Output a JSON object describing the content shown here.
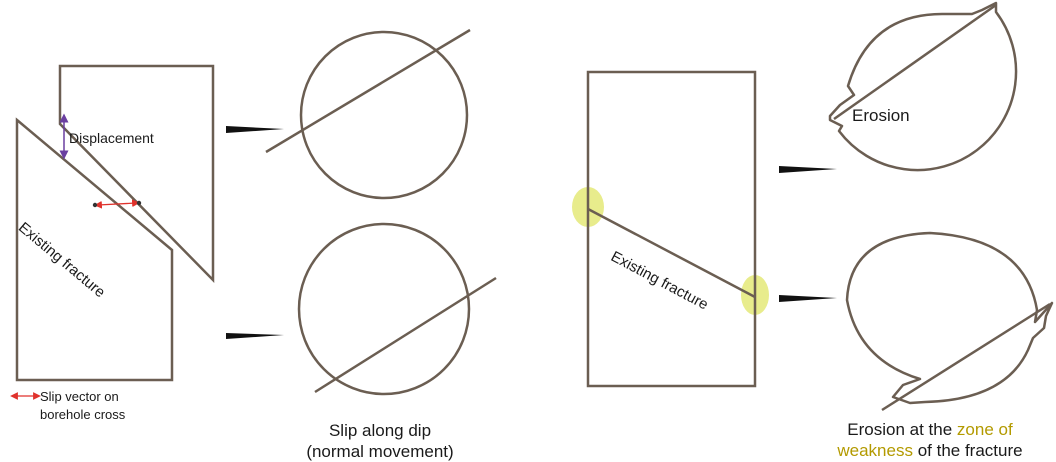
{
  "colors": {
    "stroke": "#6b5e52",
    "displacement_arrow": "#6a3fa0",
    "slip_vector": "#e0322c",
    "erosion_fill": "#e8ec8c",
    "highlight_text": "#b39a00",
    "pointer_arrow": "#111111"
  },
  "left_panel": {
    "displacement_label": "Displacement",
    "fracture_label": "Existing fracture",
    "slip_legend_line1": "Slip vector on",
    "slip_legend_line2": "borehole cross",
    "caption_line1": "Slip along dip",
    "caption_line2": "(normal movement)"
  },
  "right_panel": {
    "fracture_label": "Existing fracture",
    "erosion_label": "Erosion",
    "caption_part1": "Erosion at the ",
    "caption_highlight1": "zone of",
    "caption_highlight2": "weakness",
    "caption_part2": " of the fracture"
  }
}
